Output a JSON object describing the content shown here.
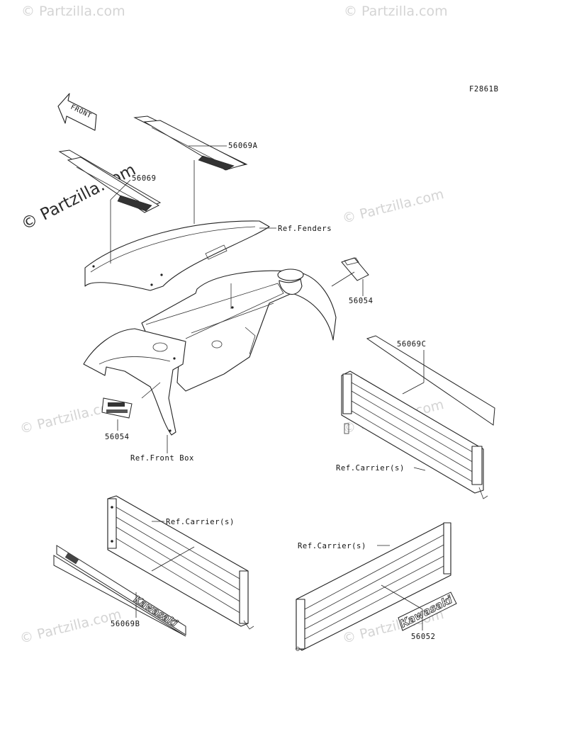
{
  "figure_code": "F2861B",
  "front_arrow_text": "FRONT",
  "watermark_text": "© Partzilla.com",
  "brand_text": "Kawasaki",
  "labels": {
    "p56069A": "56069A",
    "p56069": "56069",
    "ref_fenders": "Ref.Fenders",
    "p56054_right": "56054",
    "p56069C": "56069C",
    "p56054_left": "56054",
    "ref_front_box": "Ref.Front Box",
    "ref_carrier_1": "Ref.Carrier(s)",
    "ref_carrier_2": "Ref.Carrier(s)",
    "ref_carrier_3": "Ref.Carrier(s)",
    "p56069B": "56069B",
    "p56052": "56052"
  }
}
